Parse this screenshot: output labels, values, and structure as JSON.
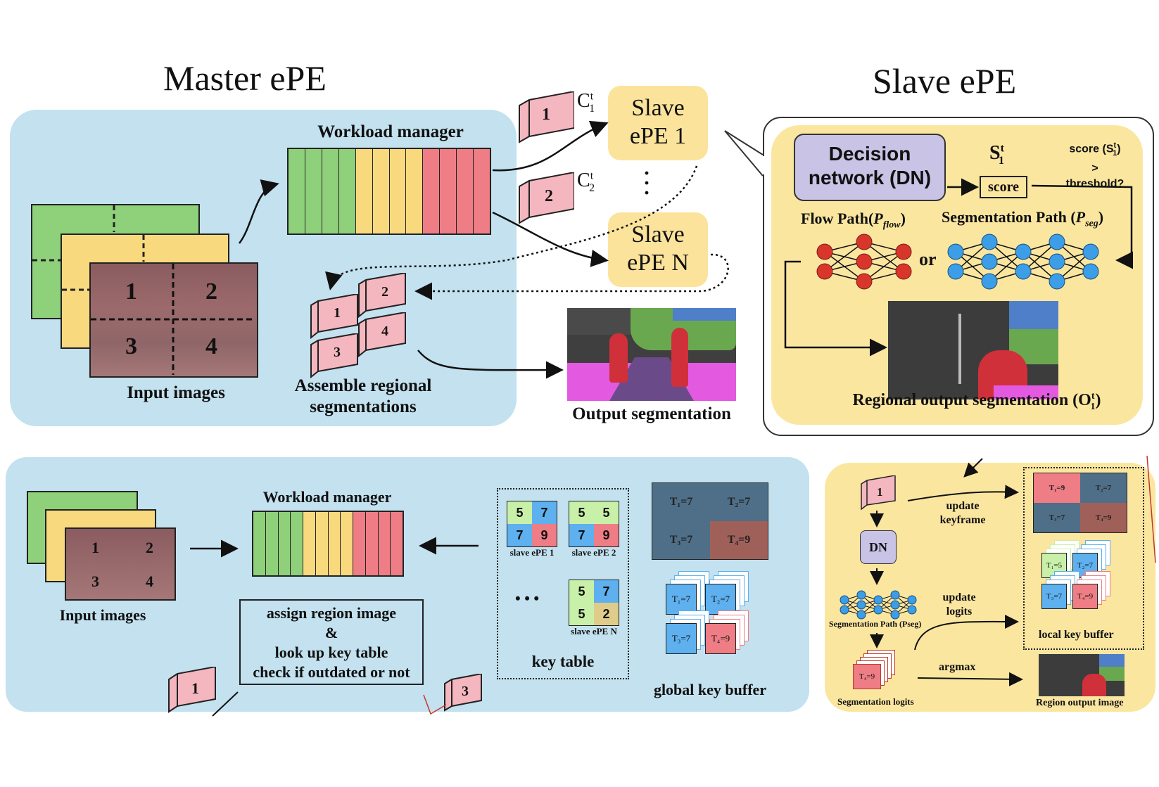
{
  "titles": {
    "master": "Master ePE",
    "slave": "Slave ePE"
  },
  "top": {
    "workload_manager": "Workload manager",
    "input_images": "Input images",
    "frame_regions": [
      "1",
      "2",
      "3",
      "4"
    ],
    "chunk_1": "1",
    "chunk_2": "2",
    "chunk_1_label": "C",
    "chunk_1_sup": "t",
    "chunk_1_sub": "1",
    "chunk_2_label": "C",
    "chunk_2_sup": "t",
    "chunk_2_sub": "2",
    "slave_1_line1": "Slave",
    "slave_1_line2": "ePE 1",
    "slave_n_line1": "Slave",
    "slave_n_line2": "ePE N",
    "assemble_line1": "Assemble regional",
    "assemble_line2": "segmentations",
    "output_segmentation": "Output segmentation",
    "workload_colors": [
      "#8fd07a",
      "#8fd07a",
      "#8fd07a",
      "#8fd07a",
      "#f9d97e",
      "#f9d97e",
      "#f9d97e",
      "#f9d97e",
      "#ee7d85",
      "#ee7d85",
      "#ee7d85",
      "#ee7d85"
    ]
  },
  "slave_detail": {
    "dn_line1": "Decision",
    "dn_line2": "network (DN)",
    "s_label": "S",
    "s_sup": "t",
    "s_sub": "1",
    "score": "score",
    "condition_line1": "score (S",
    "condition_sup": "t",
    "condition_sub": "1",
    "condition_close": ")",
    "condition_line2": ">",
    "condition_line3": "threshold?",
    "flow_path": "Flow Path(",
    "flow_var": "P",
    "flow_sub": "flow",
    "seg_path": "Segmentation Path (",
    "seg_var": "P",
    "seg_sub": "seg",
    "or": "or",
    "regional_output": "Regional output segmentation (O",
    "regional_sup": "t",
    "regional_sub": "1",
    "close_paren": ")"
  },
  "bottom": {
    "input_images": "Input images",
    "frame_regions": [
      "1",
      "2",
      "3",
      "4"
    ],
    "workload_manager": "Workload manager",
    "assign_line1": "assign region image",
    "assign_line2": "&",
    "assign_line3": "look up key table",
    "assign_line4": "check if outdated or not",
    "chunk_1": "1",
    "chunk_3": "3",
    "key_table": "key table",
    "slave_tables": [
      {
        "name": "slave ePE 1",
        "cells": [
          "5",
          "7",
          "7",
          "9"
        ]
      },
      {
        "name": "slave ePE 2",
        "cells": [
          "5",
          "5",
          "7",
          "9"
        ]
      },
      {
        "name": "slave ePE N",
        "cells": [
          "5",
          "7",
          "5",
          "2"
        ]
      }
    ],
    "dots": "• • •",
    "global_frame": [
      "T₁=7",
      "T₂=7",
      "T₃=7",
      "T₄=9"
    ],
    "global_buffer_tiles": [
      "T₁=7",
      "T₂=7",
      "T₃=7",
      "T₄=9"
    ],
    "global_key_buffer": "global key buffer",
    "workload_colors": [
      "#8fd07a",
      "#8fd07a",
      "#8fd07a",
      "#8fd07a",
      "#f9d97e",
      "#f9d97e",
      "#f9d97e",
      "#f9d97e",
      "#ee7d85",
      "#ee7d85",
      "#ee7d85",
      "#ee7d85"
    ]
  },
  "bottom_right": {
    "chunk_1": "1",
    "dn": "DN",
    "update_keyframe_line1": "update",
    "update_keyframe_line2": "keyframe",
    "update_logits_line1": "update",
    "update_logits_line2": "logits",
    "seg_path": "Segmentation Path (Pseg)",
    "seg_logits": "Segmentation logits",
    "logit_tile": "T₄=9",
    "argmax": "argmax",
    "local_key_buffer": "local key buffer",
    "region_output_image": "Region output image",
    "keyframe_tiles": [
      "T₁=9",
      "T₂=7",
      "T₃=7",
      "T₄=9"
    ],
    "buffer_tiles": [
      "T₁=5",
      "T₂=7",
      "T₃=7",
      "T₄=9"
    ]
  },
  "colors": {
    "blue_panel": "#c3e1ef",
    "yellow_panel": "#fbe6a0",
    "green": "#8fd07a",
    "yellow": "#f9d97e",
    "red": "#ee7d85",
    "pink_chunk": "#f4b7bf",
    "dn_purple": "#c9c3e6",
    "flow_node": "#d9362b",
    "seg_node": "#3b9ee6"
  }
}
